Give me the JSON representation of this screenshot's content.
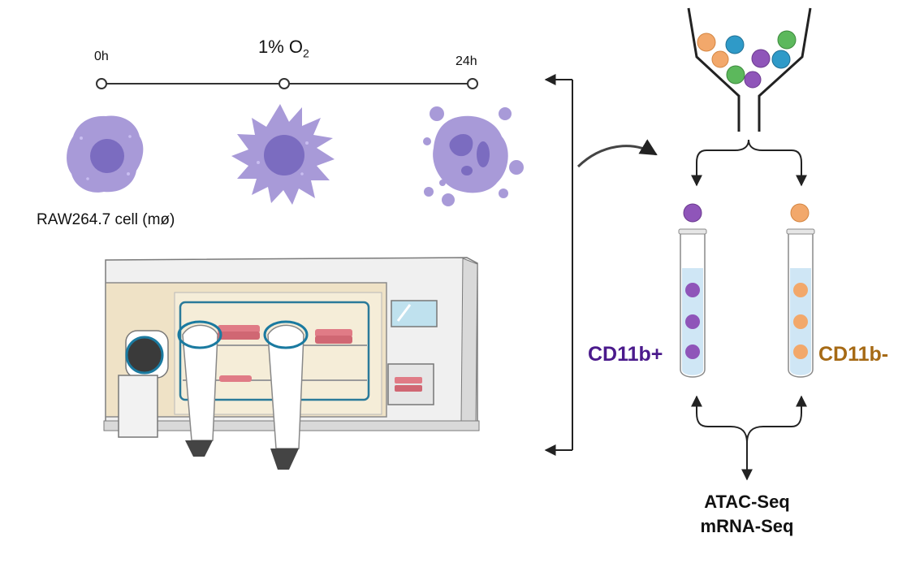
{
  "timeline": {
    "start_label": "0h",
    "condition_label": "1% O",
    "condition_subscript": "2",
    "end_label": "24h"
  },
  "cell_label": "RAW264.7 cell (mø)",
  "sort": {
    "positive_label": "CD11b+",
    "negative_label": "CD11b-",
    "positive_color": "#4b1a8c",
    "negative_color": "#a66a15"
  },
  "assays": {
    "line1": "ATAC-Seq",
    "line2": "mRNA-Seq"
  },
  "colors": {
    "macrophage": "#a89ad8",
    "nucleus": "#7b6cc0",
    "cell_purple": "#8f55b9",
    "cell_orange": "#f2a86b",
    "cell_blue": "#2f9ac8",
    "cell_green": "#5cb85c"
  }
}
